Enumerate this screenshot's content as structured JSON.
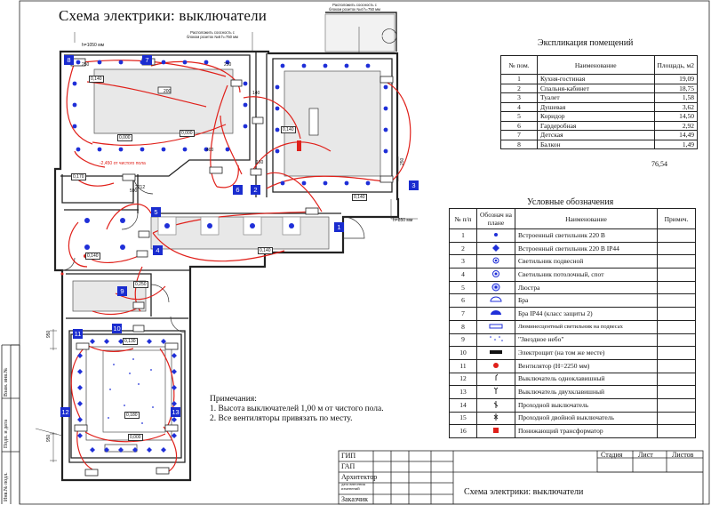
{
  "title": "Схема электрики: выключатели",
  "plan": {
    "note_top_left": "Расположить соосность с блоком розеток №6 h=750 мм",
    "note_top_right": "Расположить соосность с блоком розеток №4 h=750 мм",
    "dim_1050": "h=1050 мм",
    "dim_850": "h=850 мм",
    "clean_floor": "-2,450 от чистого пола",
    "levels": [
      "0,140",
      "0,000",
      "0,000",
      "0,140",
      "0,140",
      "0,170",
      "0,140",
      "0,140",
      "0,250",
      "0,130",
      "0,180",
      "0,000"
    ],
    "dims": [
      "250",
      "200",
      "250",
      "140",
      "400",
      "160",
      "250",
      "950",
      "950",
      "590",
      "2712"
    ],
    "switch_tags": [
      "1",
      "2",
      "3",
      "4",
      "5",
      "6",
      "7",
      "8",
      "9",
      "10",
      "11",
      "12",
      "13"
    ]
  },
  "explication": {
    "title": "Экспликация помещений",
    "headers": [
      "№ пом.",
      "Наименование",
      "Площадь, м2"
    ],
    "rows": [
      [
        "1",
        "Кухня-гостиная",
        "19,09"
      ],
      [
        "2",
        "Спальня-кабинет",
        "18,75"
      ],
      [
        "3",
        "Туалет",
        "1,58"
      ],
      [
        "4",
        "Душевая",
        "3,62"
      ],
      [
        "5",
        "Коридор",
        "14,50"
      ],
      [
        "6",
        "Гардеробная",
        "2,92"
      ],
      [
        "7",
        "Детская",
        "14,49"
      ],
      [
        "8",
        "Балкон",
        "1,49"
      ]
    ],
    "total": "76,54"
  },
  "legend": {
    "title": "Условные обозначения",
    "headers": [
      "№ п/п",
      "Обознач на плане",
      "Наименование",
      "Примеч."
    ],
    "rows": [
      [
        "1",
        "Встроенный  светильник 220 В"
      ],
      [
        "2",
        "Встроенный  светильник 220 В  IP44"
      ],
      [
        "3",
        "Светильник подвесной"
      ],
      [
        "4",
        "Светильник потолочный, спот"
      ],
      [
        "5",
        "Люстра"
      ],
      [
        "6",
        "Бра"
      ],
      [
        "7",
        "Бра IP44 (класс защиты 2)"
      ],
      [
        "8",
        "Люминесцентный светильник на подвесах"
      ],
      [
        "9",
        "\"Звездное небо\""
      ],
      [
        "10",
        "Электрощит (на том же месте)"
      ],
      [
        "11",
        "Вентилятор (Н=2250 мм)"
      ],
      [
        "12",
        "Выключатель  одноклавишный"
      ],
      [
        "13",
        "Выключатель  двухклавишный"
      ],
      [
        "14",
        "Проходной выключатель"
      ],
      [
        "15",
        "Проходной двойной выключатель"
      ],
      [
        "16",
        "Понижающий трансформатор"
      ]
    ]
  },
  "notes": {
    "heading": "Примечания:",
    "items": [
      "1. Высота выключателей 1,00 м от чистого пола.",
      "2. Все вентиляторы привязать по месту."
    ]
  },
  "stamp": {
    "roles": [
      "ГИП",
      "ГАП",
      "Архитектор",
      "дата  внесения изменений",
      "Заказчик"
    ],
    "cols": [
      "Стадия",
      "Лист",
      "Листов"
    ],
    "sheet_title": "Схема электрики: выключатели"
  },
  "side": [
    "Взам. инв.№",
    "Подп. и дата",
    "Инв.№ подл."
  ],
  "colors": {
    "wire": "#e0201a",
    "lamp": "#1f2fd8",
    "tag": "#1a2ccf",
    "line": "#222222"
  }
}
